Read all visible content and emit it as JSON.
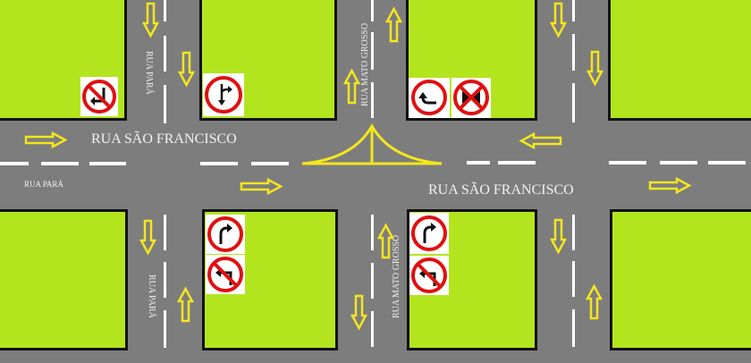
{
  "streets": {
    "horizontal_main_left": "RUA  SÃO FRANCISCO",
    "horizontal_main_right": "RUA  SÃO FRANCISCO",
    "horizontal_small": "RUA PARÁ",
    "vertical_left_top": "RUA PARÁ",
    "vertical_left_bottom": "RUA PARÁ",
    "vertical_mid_top": "RUA MATO GROSSO",
    "vertical_mid_bottom": "RUA MATO GROSSO"
  },
  "colors": {
    "road": "#7d7d7d",
    "block": "#b3e51f",
    "arrow": "#f4e61e",
    "sign_red": "#e01010",
    "lane_marking": "#ffffff"
  },
  "signs": [
    {
      "id": "no-left-turn-top-left",
      "meaning": "Proibido virar à esquerda"
    },
    {
      "id": "mandatory-straight-or-right",
      "meaning": "Siga em frente ou à direita"
    },
    {
      "id": "mandatory-left-turn",
      "meaning": "Vire à esquerda"
    },
    {
      "id": "no-stopping-parking",
      "meaning": "Proibido parar e estacionar"
    },
    {
      "id": "mandatory-right-turn-bl",
      "meaning": "Vire à direita"
    },
    {
      "id": "no-left-turn-bl",
      "meaning": "Proibido virar à esquerda"
    },
    {
      "id": "mandatory-right-turn-bm",
      "meaning": "Vire à direita"
    },
    {
      "id": "no-left-turn-bm",
      "meaning": "Proibido virar à esquerda"
    }
  ]
}
